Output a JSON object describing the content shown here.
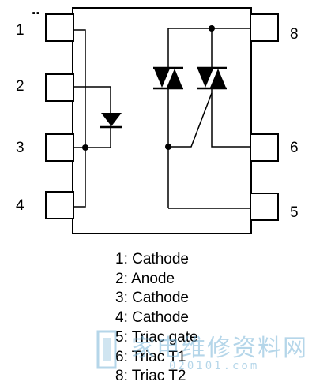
{
  "pin_markers": "..",
  "pins": {
    "left": [
      "1",
      "2",
      "3",
      "4"
    ],
    "right": [
      "8",
      "6",
      "5"
    ]
  },
  "legend": [
    "1: Cathode",
    "2: Anode",
    "3: Cathode",
    "4: Cathode",
    "5: Triac gate",
    "6: Triac T1",
    "8: Triac T2"
  ],
  "watermark": {
    "title": "家电维修资料网",
    "url": "020101.com",
    "color": "#78b4d7"
  },
  "colors": {
    "line": "#000000",
    "background": "#ffffff"
  }
}
